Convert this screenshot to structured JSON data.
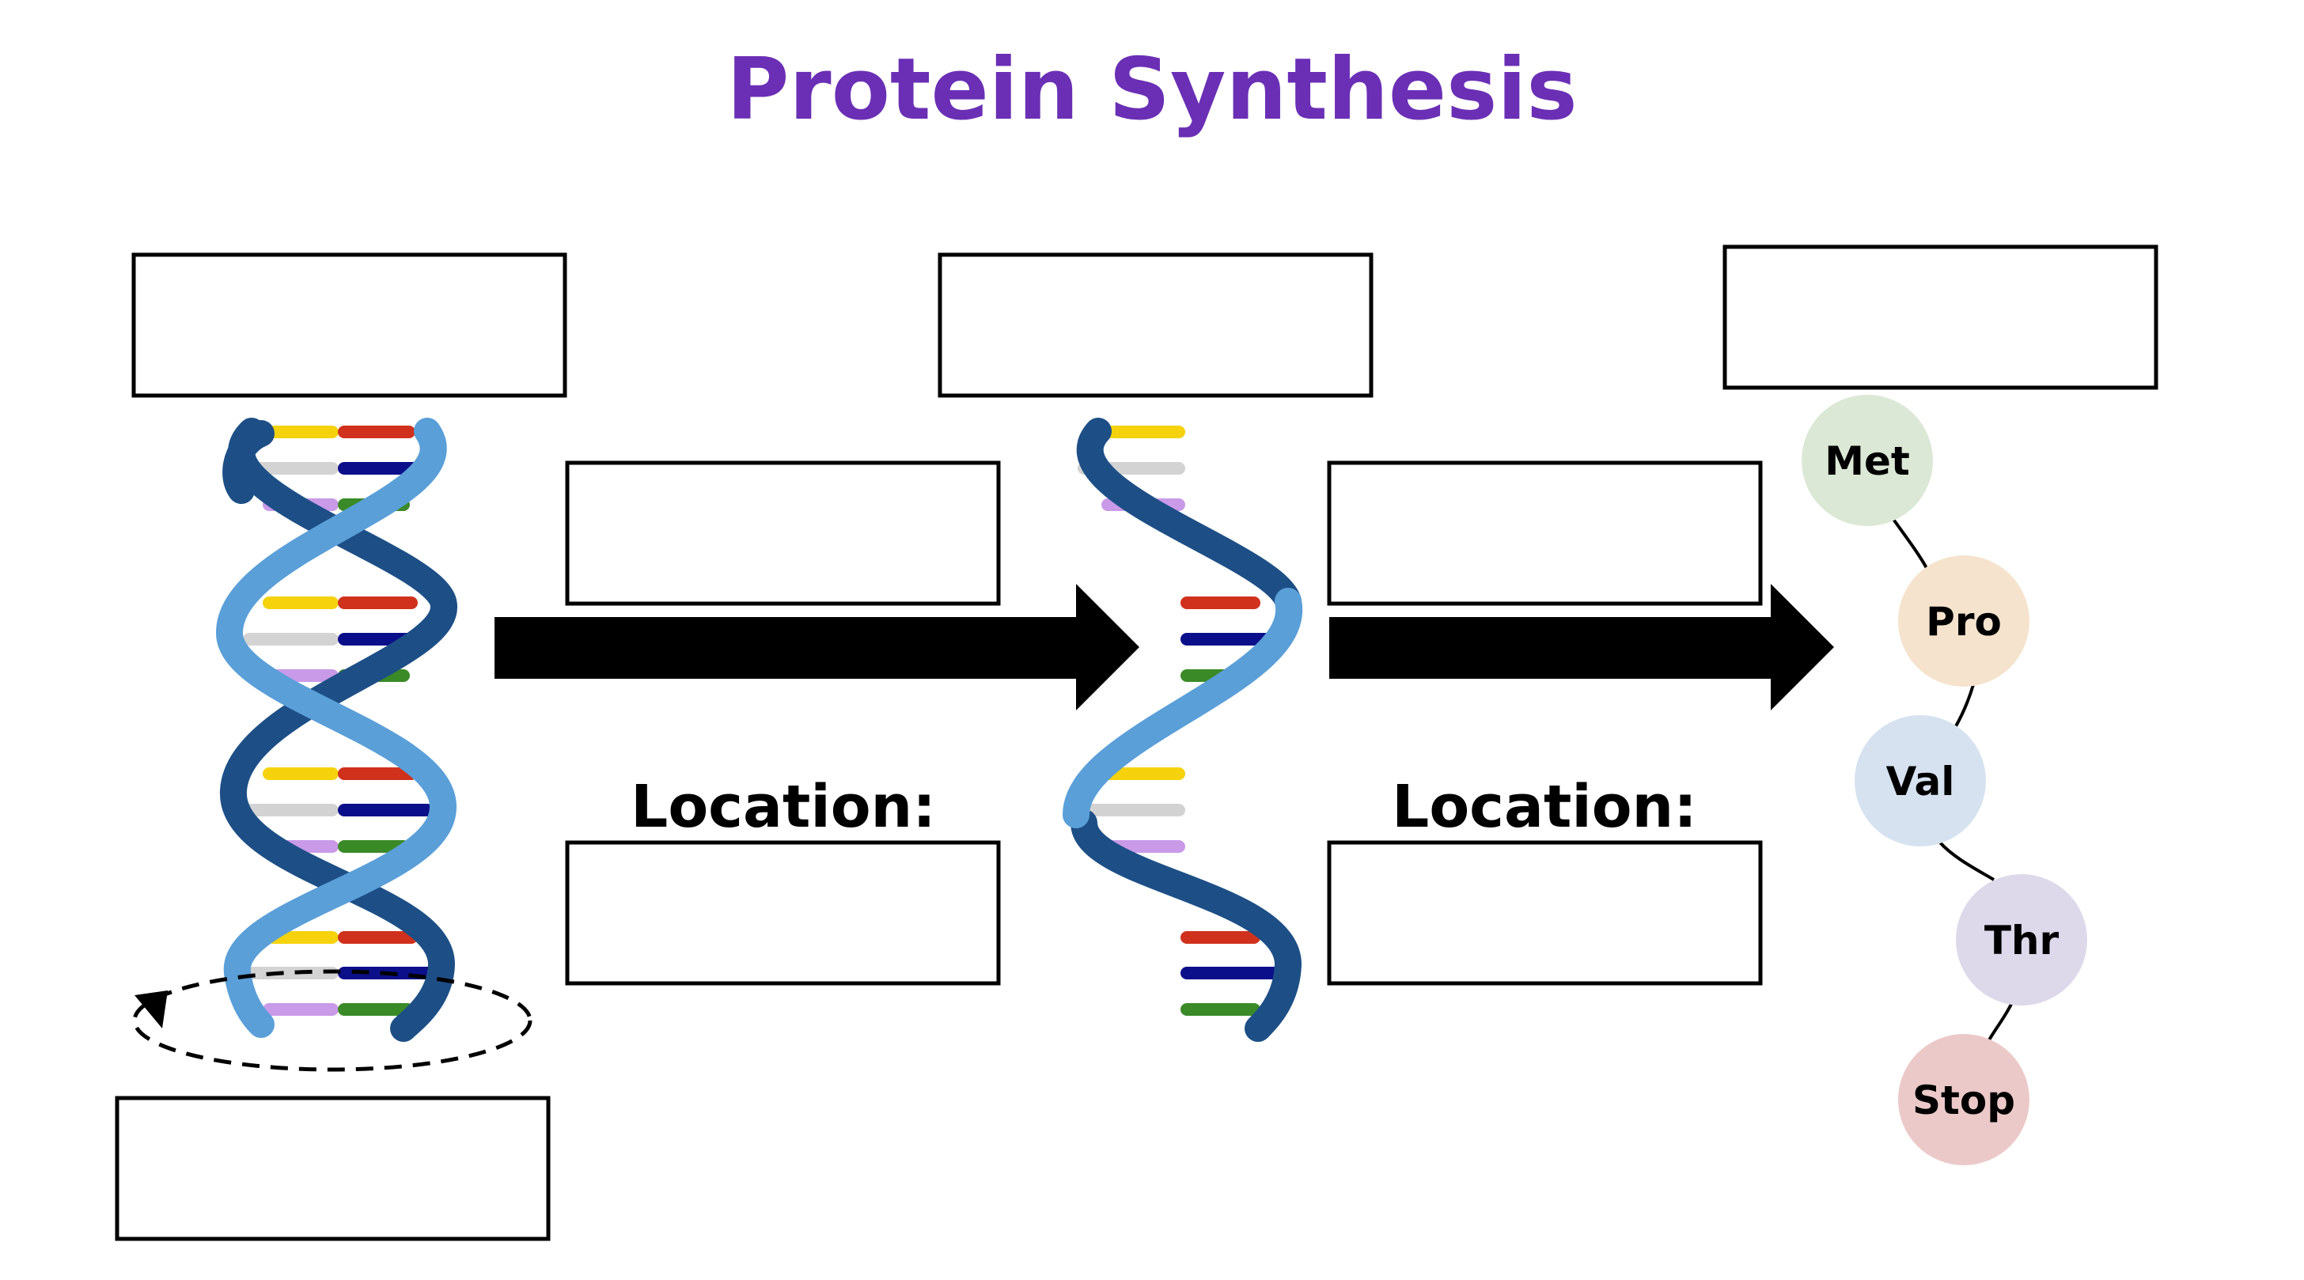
{
  "title": "Protein Synthesis",
  "location_labels": [
    "Location:",
    "Location:"
  ],
  "amino_acids": [
    {
      "label": "Met",
      "color": "#dbe8d6"
    },
    {
      "label": "Pro",
      "color": "#f6e3cd"
    },
    {
      "label": "Val",
      "color": "#d6e2f0"
    },
    {
      "label": "Thr",
      "color": "#ddd8ea"
    },
    {
      "label": "Stop",
      "color": "#ecc9c9"
    }
  ],
  "colors": {
    "title": "#6a2fb5",
    "strand_dark": "#1d4f86",
    "strand_light": "#5a9fd8",
    "base_yellow": "#f5d20c",
    "base_red": "#d0311d",
    "base_gray": "#d3d3d3",
    "base_navy": "#0b0f8a",
    "base_lilac": "#c99ae8",
    "base_green": "#3b8a28"
  }
}
